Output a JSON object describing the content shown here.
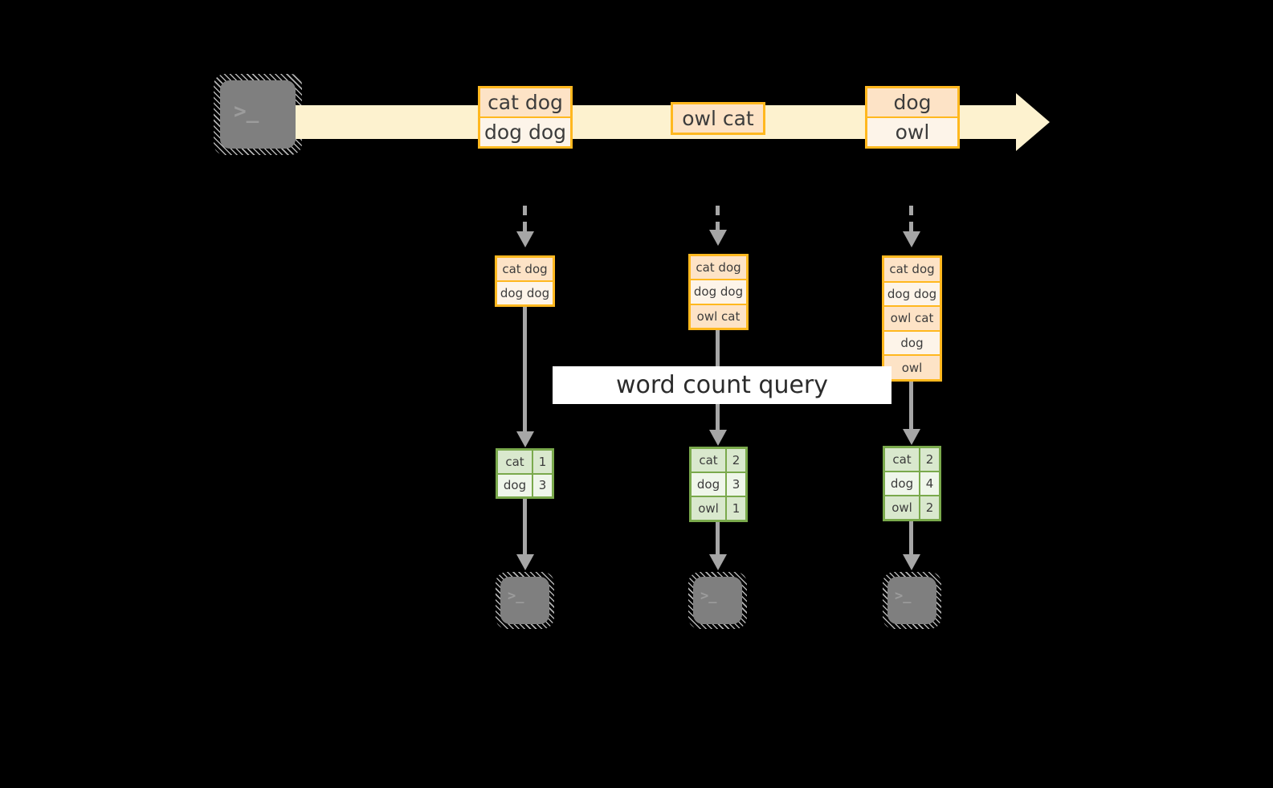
{
  "diagram": {
    "title": "word count query over a message stream",
    "colors": {
      "background": "#000000",
      "stream_fill": "#fdf2cf",
      "message_border": "#ffb81f",
      "message_fill_dark": "#fde3c6",
      "message_fill_light": "#fdf4e9",
      "result_border": "#7aa94c",
      "result_fill_dark": "#d9e8cd",
      "result_fill_light": "#eff6ea",
      "connector": "#a6a6a6",
      "terminal_fill": "#7f7f7f",
      "query_band": "#ffffff",
      "text": "#3c3c3c"
    }
  },
  "producer": {
    "icon": "terminal-icon",
    "glyph": ">_"
  },
  "stream": {
    "icon": "right-arrow-stream",
    "messages": [
      {
        "id": "stream-message-1",
        "lines": [
          "cat dog",
          "dog dog"
        ]
      },
      {
        "id": "stream-message-2",
        "lines": [
          "owl cat"
        ]
      },
      {
        "id": "stream-message-3",
        "lines": [
          "dog",
          "owl"
        ]
      }
    ]
  },
  "query": {
    "label": "word count query"
  },
  "snapshots": [
    {
      "id": "snapshot-1",
      "log_lines": [
        "cat dog",
        "dog dog"
      ],
      "results": [
        {
          "word": "cat",
          "count": "1"
        },
        {
          "word": "dog",
          "count": "3"
        }
      ],
      "consumer": {
        "icon": "terminal-icon",
        "glyph": ">_"
      }
    },
    {
      "id": "snapshot-2",
      "log_lines": [
        "cat dog",
        "dog dog",
        "owl cat"
      ],
      "results": [
        {
          "word": "cat",
          "count": "2"
        },
        {
          "word": "dog",
          "count": "3"
        },
        {
          "word": "owl",
          "count": "1"
        }
      ],
      "consumer": {
        "icon": "terminal-icon",
        "glyph": ">_"
      }
    },
    {
      "id": "snapshot-3",
      "log_lines": [
        "cat dog",
        "dog dog",
        "owl cat",
        "dog",
        "owl"
      ],
      "results": [
        {
          "word": "cat",
          "count": "2"
        },
        {
          "word": "dog",
          "count": "4"
        },
        {
          "word": "owl",
          "count": "2"
        }
      ],
      "consumer": {
        "icon": "terminal-icon",
        "glyph": ">_"
      }
    }
  ]
}
